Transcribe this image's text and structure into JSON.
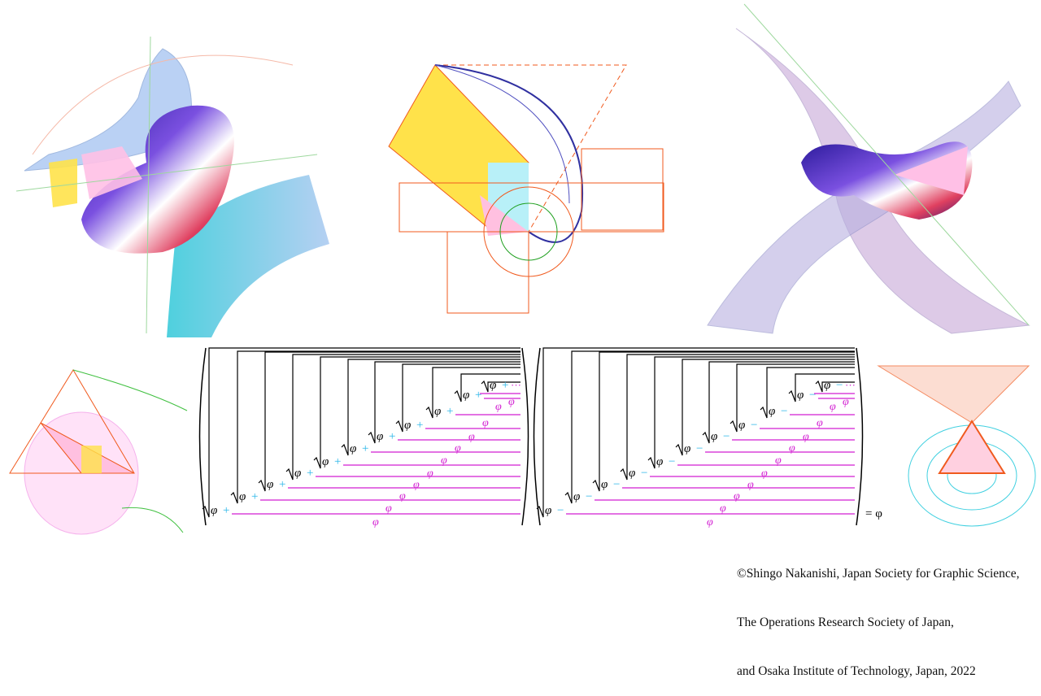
{
  "formula": {
    "symbol": "φ",
    "plus_sign": "+",
    "minus_sign": "−",
    "ellipsis": "···",
    "equals": "= φ",
    "levels": 11
  },
  "credit": {
    "line1": "©Shingo Nakanishi, Japan Society for Graphic Science,",
    "line2": "The Operations Research Society of Japan,",
    "line3": "and Osaka Institute  of Technology, Japan, 2022"
  },
  "colors": {
    "radical": "#000000",
    "operator": "#29b6e8",
    "fraction": "#d21ed2",
    "orange_lines": "#f05a1e",
    "yellow": "#ffe24a",
    "pink": "#ffc0e6",
    "blue_surface": "#9ec3f0",
    "cyan": "#40d8e0",
    "purple": "#5030c0"
  }
}
